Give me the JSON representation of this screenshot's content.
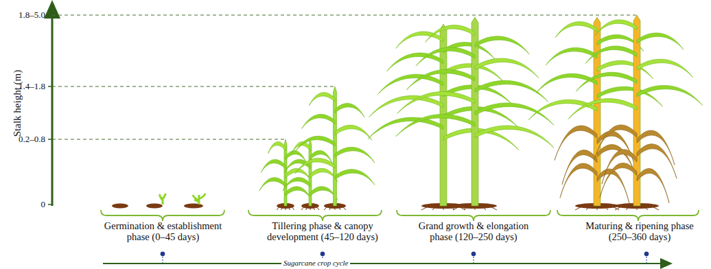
{
  "diagram": {
    "labels": [
      "Stalk height (m)",
      "1.8–5.0",
      "1.4–1.8",
      "0.2–0.8",
      "0",
      "Germination & establishment phase (0–45 days)",
      "Tillering phase & canopy development (45–120 days)",
      "Grand growth & elongation phase (120–250 days)",
      "Maturing & ripening phase (250–360 days)",
      "Sugarcane crop cycle"
    ]
  }
}
